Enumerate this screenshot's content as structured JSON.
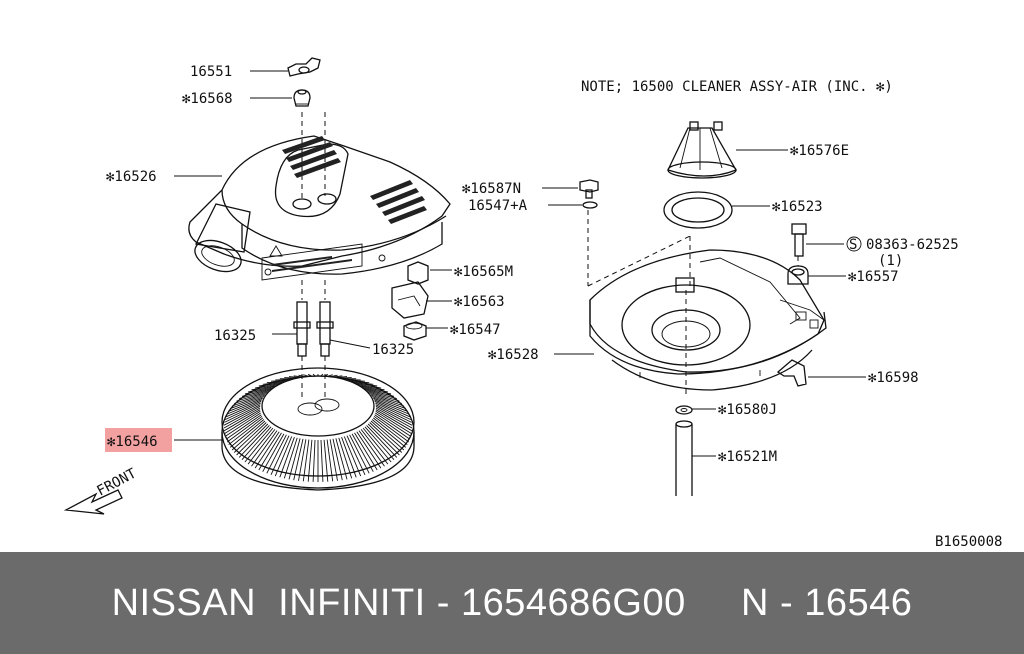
{
  "note": "NOTE; 16500 CLEANER ASSY-AIR (INC. ✻)",
  "diagram_code": "B1650008",
  "front_label": "FRONT",
  "callouts": {
    "c16551": "16551",
    "c16568": "✻16568",
    "c16526": "✻16526",
    "c16565m": "✻16565M",
    "c16563": "✻16563",
    "c16547": "✻16547",
    "c16325a": "16325",
    "c16325b": "16325",
    "c16546": "✻16546",
    "c16576e": "✻16576E",
    "c16587n": "✻16587N",
    "c16547a": "16547+A",
    "c16523": "✻16523",
    "c08363": "08363-62525",
    "c08363qty": "(1)",
    "c16557": "✻16557",
    "c16528": "✻16528",
    "c16598": "✻16598",
    "c16580j": "✻16580J",
    "c16521m": "✻16521M"
  },
  "highlight_color": "#f2a0a0",
  "caption": "NISSAN  INFINITI - 1654686G00     N - 16546"
}
